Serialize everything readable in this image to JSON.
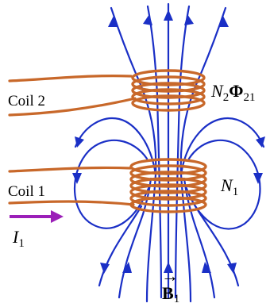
{
  "labels": {
    "coil2": "Coil 2",
    "coil1": "Coil 1",
    "n2": "N",
    "n2_sub": "2",
    "phi": "Φ",
    "phi_sub": "21",
    "n1": "N",
    "n1_sub": "1",
    "current": "I",
    "current_sub": "1",
    "field_vector_arrow": "→",
    "field": "B",
    "field_sub": "1"
  },
  "colors": {
    "field_lines": "#1a2fc6",
    "coil": "#c8682a",
    "current_arrow": "#9b1fb8",
    "text": "#000000"
  }
}
